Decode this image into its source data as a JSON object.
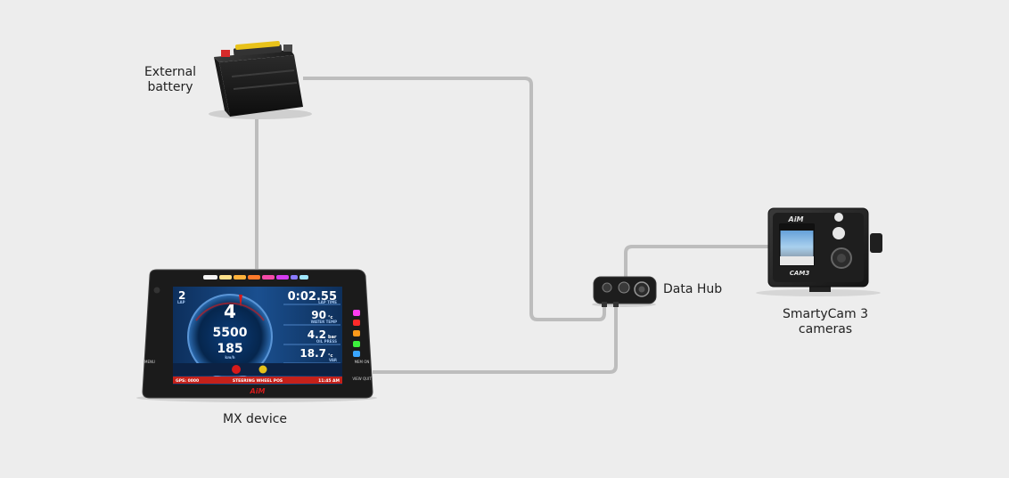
{
  "labels": {
    "battery_line1": "External",
    "battery_line2": "battery",
    "mx": "MX device",
    "hub": "Data Hub",
    "cam_line1": "SmartyCam 3",
    "cam_line2": "cameras"
  },
  "mx_screen": {
    "lap_number": "2",
    "lap_label": "LAP",
    "gear": "4",
    "rpm": "5500",
    "speed": "185",
    "speed_unit": "km/h",
    "lap_time": "0:02.55",
    "lap_time_label": "LAP TIME",
    "water_temp": "90",
    "water_unit": "°c",
    "water_label": "WATER TEMP",
    "oil_press": "4.2",
    "oil_unit": "bar",
    "oil_label": "OIL PRESS",
    "var_value": "18.7",
    "var_unit": "°c",
    "var_label": "VAR",
    "footer_left": "GPS: 0000",
    "footer_mid": "STEERING WHEEL POS",
    "footer_right": "11:45 AM",
    "brand": "AiM",
    "menu_label": "MENU",
    "memo_label": "MEM ON",
    "view_label": "VIEW QUIT"
  },
  "camera": {
    "brand": "AiM",
    "model": "CAM3"
  },
  "colors": {
    "background": "#ededed",
    "cable": "#bdbdbd",
    "screen_blue": "#1a4f8f",
    "accent_red": "#d61a1a",
    "footer_red": "#c4211a"
  }
}
